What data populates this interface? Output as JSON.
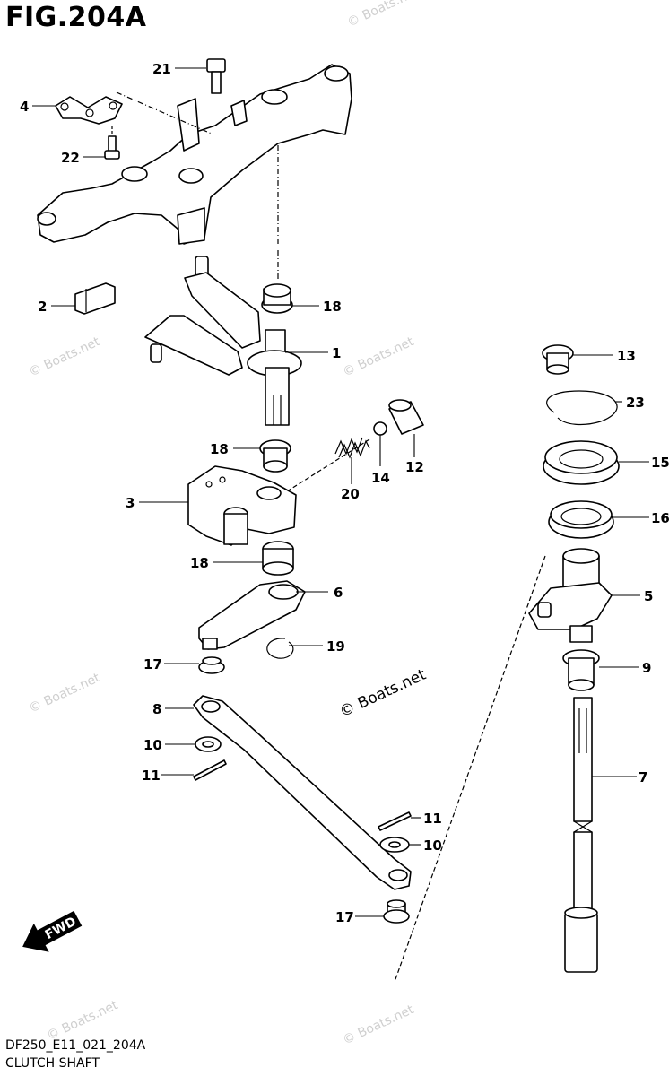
{
  "figure": {
    "title": "FIG.204A",
    "code": "DF250_E11_021_204A",
    "caption": "CLUTCH SHAFT"
  },
  "watermark": {
    "text": "© Boats.net"
  },
  "copyright": {
    "text": "© Boats.net"
  },
  "fwd_arrow": {
    "label": "FWD"
  },
  "callouts": [
    {
      "id": "c21",
      "num": "21"
    },
    {
      "id": "c4",
      "num": "4"
    },
    {
      "id": "c22",
      "num": "22"
    },
    {
      "id": "c2",
      "num": "2"
    },
    {
      "id": "c18a",
      "num": "18"
    },
    {
      "id": "c1",
      "num": "1"
    },
    {
      "id": "c18b",
      "num": "18"
    },
    {
      "id": "c14",
      "num": "14"
    },
    {
      "id": "c12",
      "num": "12"
    },
    {
      "id": "c20",
      "num": "20"
    },
    {
      "id": "c3",
      "num": "3"
    },
    {
      "id": "c18c",
      "num": "18"
    },
    {
      "id": "c6",
      "num": "6"
    },
    {
      "id": "c19",
      "num": "19"
    },
    {
      "id": "c17a",
      "num": "17"
    },
    {
      "id": "c8",
      "num": "8"
    },
    {
      "id": "c10a",
      "num": "10"
    },
    {
      "id": "c11a",
      "num": "11"
    },
    {
      "id": "c11b",
      "num": "11"
    },
    {
      "id": "c10b",
      "num": "10"
    },
    {
      "id": "c17b",
      "num": "17"
    },
    {
      "id": "c13",
      "num": "13"
    },
    {
      "id": "c23",
      "num": "23"
    },
    {
      "id": "c15",
      "num": "15"
    },
    {
      "id": "c16",
      "num": "16"
    },
    {
      "id": "c5",
      "num": "5"
    },
    {
      "id": "c9",
      "num": "9"
    },
    {
      "id": "c7",
      "num": "7"
    }
  ]
}
